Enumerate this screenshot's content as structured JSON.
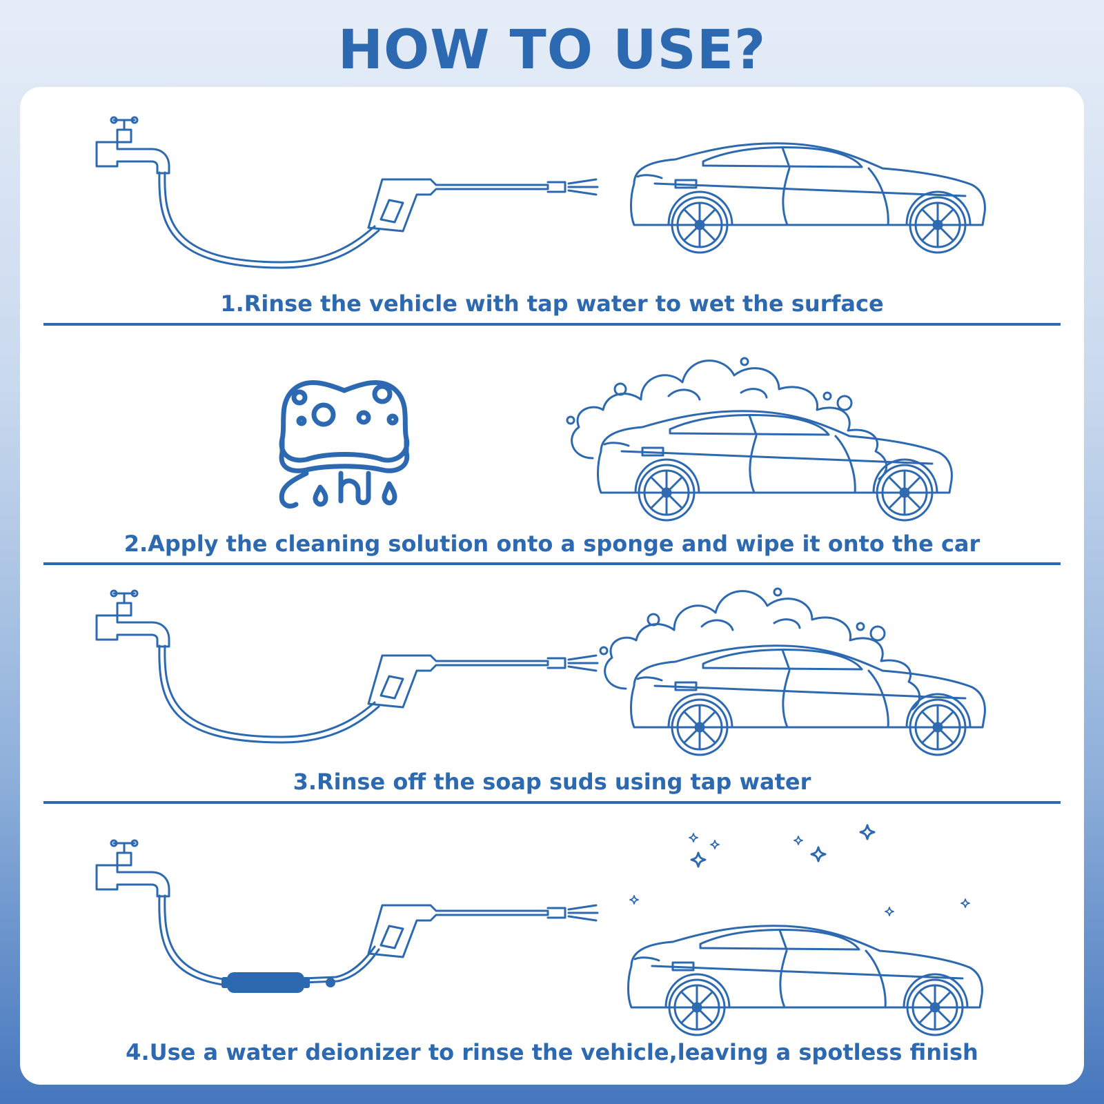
{
  "title": "HOW TO USE?",
  "steps": [
    {
      "caption": "1.Rinse the vehicle with tap water to wet the surface"
    },
    {
      "caption": "2.Apply the cleaning solution onto a sponge and wipe it onto the car"
    },
    {
      "caption": "3.Rinse off the soap suds using tap water"
    },
    {
      "caption": "4.Use a water deionizer to rinse the vehicle,leaving a spotless finish"
    }
  ],
  "colors": {
    "accent": "#2c69b0",
    "card": "#ffffff"
  },
  "icons": [
    "tap-icon",
    "hose-icon",
    "spray-gun-icon",
    "car-icon",
    "sponge-icon",
    "foam-icon",
    "sparkle-icon",
    "deionizer-icon"
  ]
}
